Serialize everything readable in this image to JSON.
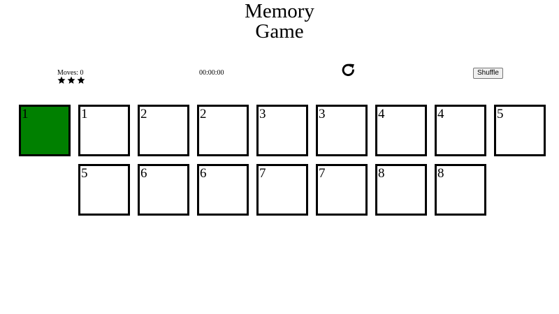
{
  "header": {
    "title_line1": "Memory",
    "title_line2": "Game"
  },
  "status": {
    "moves_label": "Moves: 0",
    "stars_count": 3,
    "timer": "00:00:00"
  },
  "controls": {
    "restart_icon": "restart-icon",
    "shuffle_label": "Shuffle"
  },
  "colors": {
    "flipped_card": "#008000",
    "card_border": "#000000"
  },
  "cards": [
    {
      "label": "1",
      "flipped": true
    },
    {
      "label": "1",
      "flipped": false
    },
    {
      "label": "2",
      "flipped": false
    },
    {
      "label": "2",
      "flipped": false
    },
    {
      "label": "3",
      "flipped": false
    },
    {
      "label": "3",
      "flipped": false
    },
    {
      "label": "4",
      "flipped": false
    },
    {
      "label": "4",
      "flipped": false
    },
    {
      "label": "5",
      "flipped": false
    },
    {
      "label": "5",
      "flipped": false
    },
    {
      "label": "6",
      "flipped": false
    },
    {
      "label": "6",
      "flipped": false
    },
    {
      "label": "7",
      "flipped": false
    },
    {
      "label": "7",
      "flipped": false
    },
    {
      "label": "8",
      "flipped": false
    },
    {
      "label": "8",
      "flipped": false
    }
  ]
}
